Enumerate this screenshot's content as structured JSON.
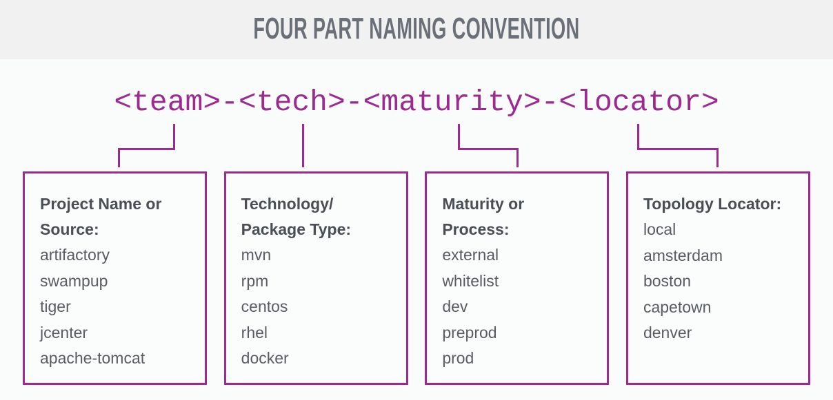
{
  "header": {
    "title": "Four Part Naming Convention"
  },
  "pattern": {
    "text": "<team>-<tech>-<maturity>-<locator>"
  },
  "colors": {
    "accent_purple": "#9c2a90",
    "header_band": "#f1f1f1",
    "page_background": "#fafbfb",
    "heading_text": "#4a4f55",
    "list_text": "#585d62",
    "title_text": "#6b7078"
  },
  "categories": [
    {
      "heading": "Project Name or\nSource:",
      "items": [
        "artifactory",
        "swampup",
        "tiger",
        "jcenter",
        "apache-tomcat"
      ]
    },
    {
      "heading": "Technology/\nPackage Type:",
      "items": [
        "mvn",
        "rpm",
        "centos",
        "rhel",
        "docker"
      ]
    },
    {
      "heading": "Maturity or\nProcess:",
      "items": [
        "external",
        "whitelist",
        "dev",
        "preprod",
        "prod"
      ]
    },
    {
      "heading": "Topology Locator:",
      "items": [
        "local",
        "amsterdam",
        "boston",
        "capetown",
        "denver"
      ]
    }
  ]
}
